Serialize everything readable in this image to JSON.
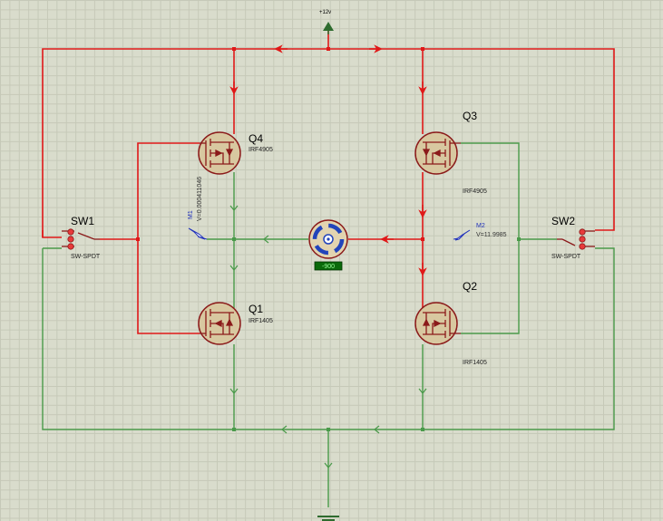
{
  "power": {
    "label": "+12v"
  },
  "transistors": {
    "q4": {
      "name": "Q4",
      "part": "IRF4905"
    },
    "q3": {
      "name": "Q3",
      "part": "IRF4905"
    },
    "q1": {
      "name": "Q1",
      "part": "IRF1405"
    },
    "q2": {
      "name": "Q2",
      "part": "IRF1405"
    }
  },
  "switches": {
    "sw1": {
      "name": "SW1",
      "part": "SW-SPDT"
    },
    "sw2": {
      "name": "SW2",
      "part": "SW-SPDT"
    }
  },
  "probes": {
    "m1": {
      "name": "M1",
      "value": "V=0.000411046"
    },
    "m2": {
      "name": "M2",
      "value": "V=11.9985"
    }
  },
  "motor": {
    "readout": "-900"
  },
  "colors": {
    "high_wire": "#e01818",
    "low_wire": "#4a9a4a",
    "component": "#8b1a1a",
    "component_fill": "#d8c8a0",
    "motor_ring": "#2244bb",
    "readout_bg": "#0a6a0a",
    "readout_text": "#9cff9c"
  }
}
